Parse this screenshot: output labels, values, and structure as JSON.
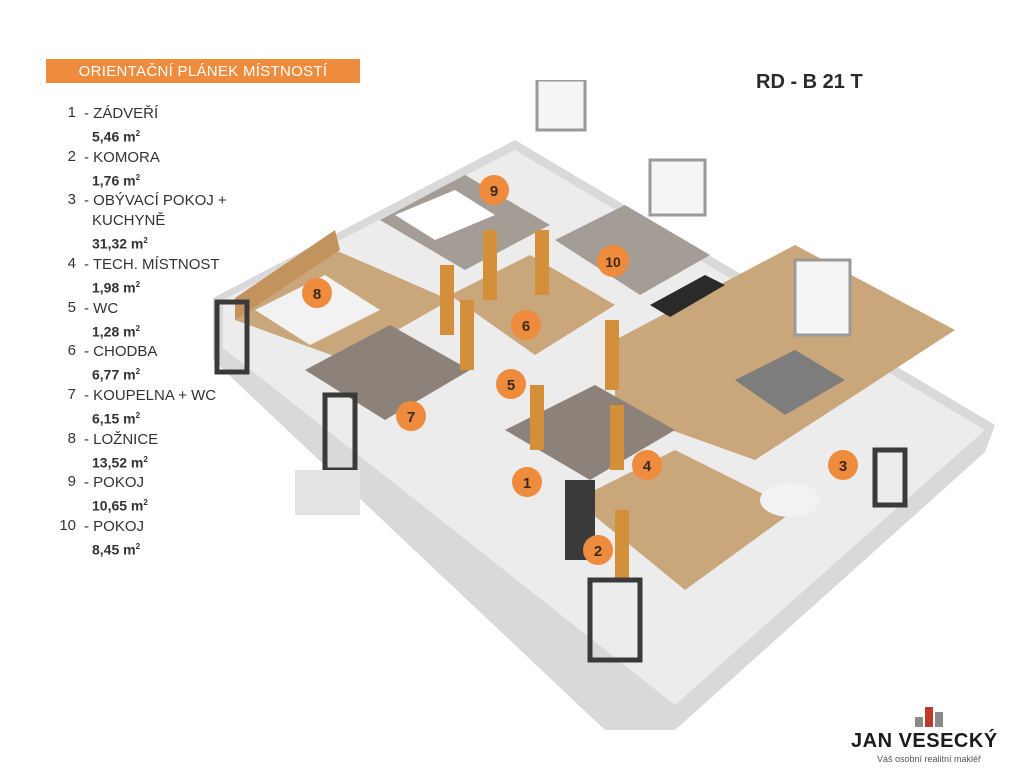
{
  "banner": "ORIENTAČNÍ PLÁNEK MÍSTNOSTÍ",
  "house_code": "RD - B 21 T",
  "rooms": [
    {
      "num": "1",
      "name": "- ZÁDVEŘÍ",
      "area": "5,46 m",
      "unit": "2"
    },
    {
      "num": "2",
      "name": "- KOMORA",
      "area": "1,76 m",
      "unit": "2"
    },
    {
      "num": "3",
      "name": "- OBÝVACÍ POKOJ +",
      "name2": "KUCHYNĚ",
      "area": "31,32 m",
      "unit": "2"
    },
    {
      "num": "4",
      "name": "- TECH. MÍSTNOST",
      "area": "1,98 m",
      "unit": "2"
    },
    {
      "num": "5",
      "name": "- WC",
      "area": "1,28 m",
      "unit": "2"
    },
    {
      "num": "6",
      "name": "- CHODBA",
      "area": "6,77 m",
      "unit": "2"
    },
    {
      "num": "7",
      "name": "- KOUPELNA + WC",
      "area": "6,15 m",
      "unit": "2"
    },
    {
      "num": "8",
      "name": "- LOŽNICE",
      "area": "13,52 m",
      "unit": "2"
    },
    {
      "num": "9",
      "name": "- POKOJ",
      "area": "10,65 m",
      "unit": "2"
    },
    {
      "num": "10",
      "name": "- POKOJ",
      "area": "8,45 m",
      "unit": "2"
    }
  ],
  "markers": [
    "1",
    "2",
    "3",
    "4",
    "5",
    "6",
    "7",
    "8",
    "9",
    "10"
  ],
  "brand": {
    "name": "JAN VESECKÝ",
    "tagline": "Váš osobní realitní makléř"
  },
  "colors": {
    "accent": "#ef8b3d",
    "wood_floor": "#c9a77b",
    "tile_floor": "#8c8279",
    "wall": "#ededed",
    "logo_red": "#c0392b"
  }
}
